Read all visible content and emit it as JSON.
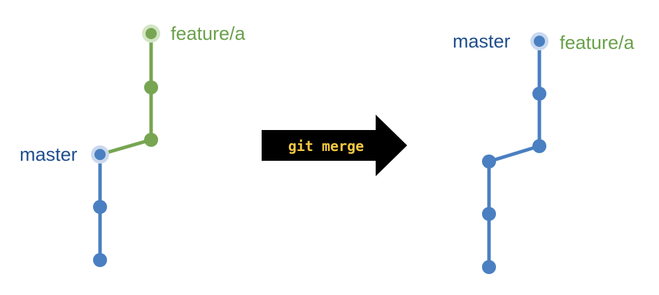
{
  "colors": {
    "master": "#4a7fc1",
    "master_text": "#1f4e8c",
    "feature": "#77a552",
    "feature_text": "#6aa04a",
    "head_halo_master": "#c9d8ee",
    "head_halo_feature": "#d3e5c5",
    "arrow_fill": "#000000",
    "arrow_text": "#f5c842"
  },
  "before": {
    "master_label": "master",
    "feature_label": "feature/a"
  },
  "operation": {
    "label": "git merge",
    "icon": "right-arrow-icon"
  },
  "after": {
    "master_label": "master",
    "feature_label": "feature/a"
  }
}
